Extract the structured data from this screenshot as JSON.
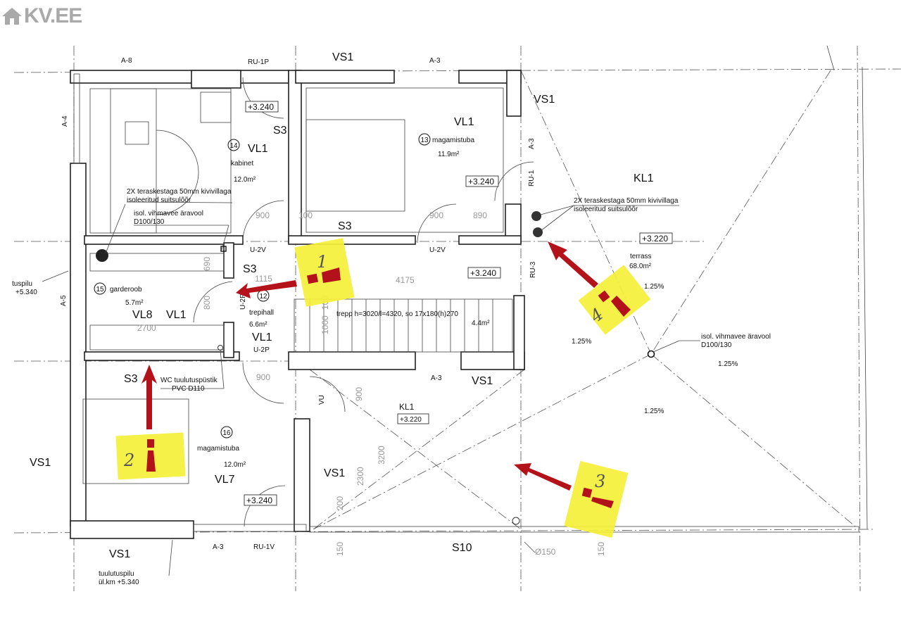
{
  "logo": {
    "text": "KV.EE"
  },
  "rooms": {
    "kabinet": {
      "number": "14",
      "floor": "VL1",
      "name": "kabinet",
      "area": "12.0m²",
      "level": "+3.240"
    },
    "bedroom13": {
      "number": "13",
      "floor": "VL1",
      "name": "magamistuba",
      "area": "11.9m²",
      "level": "+3.240"
    },
    "garderoob": {
      "number": "15",
      "name": "garderoob",
      "area": "5.7m²",
      "floor_a": "VL8",
      "floor_b": "VL1"
    },
    "trepihall": {
      "number": "12",
      "name": "trepihall",
      "area": "6.6m²",
      "floor": "VL1",
      "level": "+3.240"
    },
    "bedroom16": {
      "number": "16",
      "name": "magamistuba",
      "area": "12.0m²",
      "floor": "VL7",
      "level": "+3.240"
    },
    "terrace": {
      "roof": "KL1",
      "level": "+3.220",
      "name": "terrass",
      "area": "68.0m²"
    },
    "lower_roof": {
      "roof": "KL1",
      "level": "+3.220"
    },
    "stair": {
      "spec": "trepp h=3020/l=4320, so 17x180(h)270",
      "area": "4.4m²"
    }
  },
  "wall_codes": {
    "a8": "A-8",
    "ru1p": "RU-1P",
    "a3_top": "A-3",
    "a4": "A-4",
    "a5": "A-5",
    "a3_right": "A-3",
    "ru1": "RU-1",
    "ru3": "RU-3",
    "u2v_left": "U-2V",
    "u2v_right": "U-2V",
    "u2p": "U-2P",
    "u2p_vert": "U-2P",
    "a3_mid": "A-3",
    "a3_bottom": "A-3",
    "ru1v": "RU-1V",
    "s10": "S10",
    "vu": "VU",
    "vs1_top": "VS1",
    "vs1_right": "VS1",
    "vs1_mid": "VS1",
    "vs1_left": "VS1",
    "vs1_inner": "VS1",
    "vs1_bottom": "VS1",
    "s3_a": "S3",
    "s3_b": "S3",
    "s3_c": "S3",
    "s3_d": "S3"
  },
  "dimensions": {
    "d900a": "900",
    "d100a": "100",
    "d900b": "900",
    "d890": "890",
    "d4175": "4175",
    "d1115": "1115",
    "d690": "690",
    "d800": "800",
    "d2700": "2700",
    "d900c": "900",
    "d100b": "100",
    "d1000": "1000",
    "d900d": "900",
    "d3200": "3200",
    "d2300": "2300",
    "d200": "200",
    "d150a": "150",
    "d150b": "150",
    "d_pipe": "Ø150"
  },
  "notes": {
    "chimney_left_1": "2X teraskestaga 50mm kivivillaga",
    "chimney_left_2": "isoleeritud suitsulõõr",
    "drain_left_1": "isol. vihmavee äravool",
    "drain_left_2": "D100/130",
    "chimney_right_1": "2X teraskestaga 50mm kivivillaga",
    "chimney_right_2": "isoleeritud suitsulõõr",
    "drain_right_1": "isol. vihmavee äravool",
    "drain_right_2": "D100/130",
    "wc_vent_1": "WC tuulutuspüstik",
    "wc_vent_2": "PVC D110",
    "vent_left_1": "tuspilu",
    "vent_left_2": "+5.340",
    "vent_bottom_1": "tuulutuspilu",
    "vent_bottom_2": "ül.km +5.340"
  },
  "slopes": [
    "1.25%",
    "1.25%",
    "1.25%",
    "1.25%"
  ],
  "stickies": [
    {
      "number": "1",
      "color": "#f4f03a"
    },
    {
      "number": "2",
      "color": "#f4f03a"
    },
    {
      "number": "3",
      "color": "#f4f03a"
    },
    {
      "number": "4",
      "color": "#f4f03a"
    }
  ],
  "colors": {
    "arrow": "#b3121a",
    "sticky": "#f4f03a"
  }
}
